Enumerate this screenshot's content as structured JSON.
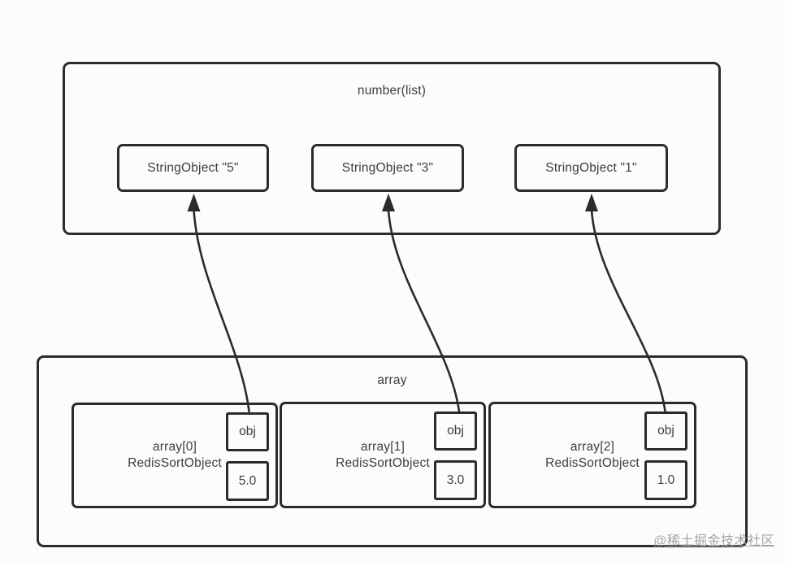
{
  "colors": {
    "background": "#fcfcfc",
    "line": "#2b2b2b",
    "text": "#3d3d3d",
    "watermark": "#a4a4a4"
  },
  "top_group": {
    "title": "number(list)",
    "nodes": [
      {
        "label": "StringObject \"5\""
      },
      {
        "label": "StringObject \"3\""
      },
      {
        "label": "StringObject \"1\""
      }
    ]
  },
  "bottom_group": {
    "title": "array",
    "cells": [
      {
        "index_label": "array[0]",
        "type_label": "RedisSortObject",
        "obj_label": "obj",
        "score": "5.0"
      },
      {
        "index_label": "array[1]",
        "type_label": "RedisSortObject",
        "obj_label": "obj",
        "score": "3.0"
      },
      {
        "index_label": "array[2]",
        "type_label": "RedisSortObject",
        "obj_label": "obj",
        "score": "1.0"
      }
    ]
  },
  "connections": [
    {
      "from": "array[0].obj",
      "to": "StringObject \"5\""
    },
    {
      "from": "array[1].obj",
      "to": "StringObject \"3\""
    },
    {
      "from": "array[2].obj",
      "to": "StringObject \"1\""
    }
  ],
  "watermark": {
    "text": "@稀土掘金技术社区"
  }
}
